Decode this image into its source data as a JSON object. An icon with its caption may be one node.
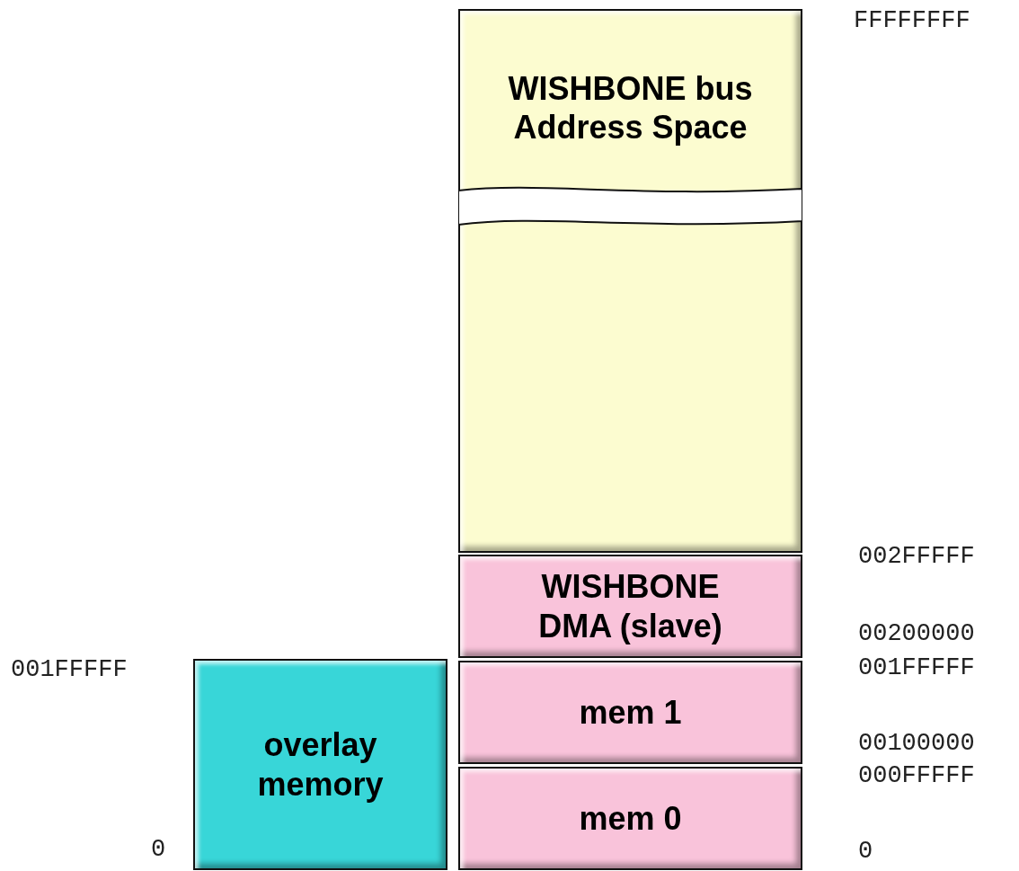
{
  "diagram": {
    "nodes": [
      {
        "text": [
          "WISHBONE bus Address Space"
        ]
      },
      {
        "text": [],
        "shape": "band",
        "in": 0
      },
      {
        "text": [
          "WISHBONE DMA (slave)"
        ]
      },
      {
        "text": [
          "mem 1"
        ]
      },
      {
        "text": [
          "mem 0"
        ]
      },
      {
        "text": [
          "overlay memory"
        ]
      }
    ],
    "labels": [
      "FFFFFFFF",
      "002FFFFF",
      "00200000",
      "001FFFFF",
      "001FFFFF",
      "00100000",
      "000FFFFF",
      "0",
      "0"
    ]
  }
}
